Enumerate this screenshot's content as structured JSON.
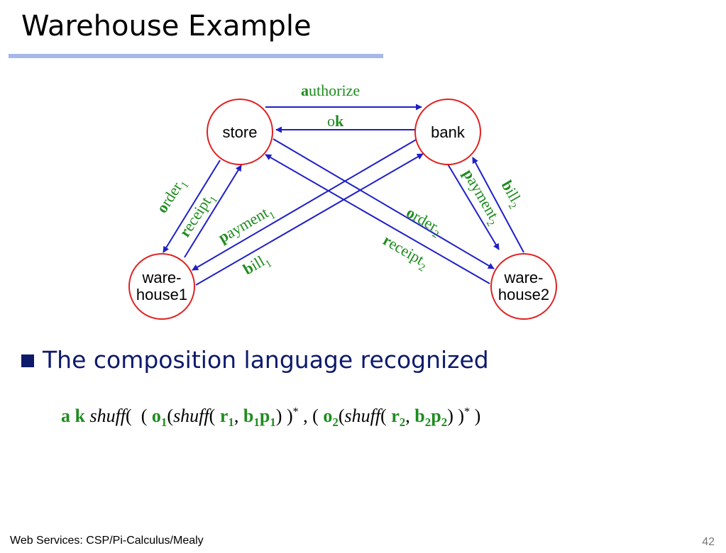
{
  "slide": {
    "title": "Warehouse Example",
    "bullet": "The composition language recognized",
    "footer": "Web Services: CSP/Pi-Calculus/Mealy",
    "page_number": "42"
  },
  "colors": {
    "edge": "#1f1fc8",
    "node_border": "#e02020",
    "label": "#1e8c1e",
    "bullet": "#0d1a6b",
    "title_rule": "#a8b7ea"
  },
  "diagram": {
    "nodes": {
      "store": "store",
      "bank": "bank",
      "warehouse1": [
        "ware-",
        "house1"
      ],
      "warehouse2": [
        "ware-",
        "house2"
      ]
    },
    "edges": {
      "authorize": {
        "first": "a",
        "rest": "uthorize"
      },
      "ok": {
        "first": "o",
        "bold": "k"
      },
      "order1": {
        "first": "o",
        "rest": "rder",
        "sub": "1"
      },
      "receipt1": {
        "first": "r",
        "rest": "eceipt",
        "sub": "1"
      },
      "payment1": {
        "first": "p",
        "rest": "ayment",
        "sub": "1"
      },
      "bill1": {
        "first": "b",
        "rest": "ill",
        "sub": "1"
      },
      "order2": {
        "first": "o",
        "rest": "rder",
        "sub": "2"
      },
      "receipt2": {
        "first": "r",
        "rest": "eceipt",
        "sub": "2"
      },
      "payment2": {
        "first": "p",
        "rest": "ayment",
        "sub": "2"
      },
      "bill2": {
        "first": "b",
        "rest": "ill",
        "sub": "2"
      }
    }
  },
  "formula": {
    "a": "a",
    "k": "k",
    "shuff": "shuff",
    "open": "(",
    "open2": "(",
    "close": ")",
    "star": "*",
    "comma": ",",
    "o": "o",
    "r": "r",
    "b": "b",
    "p": "p",
    "one": "1",
    "two": "2"
  }
}
